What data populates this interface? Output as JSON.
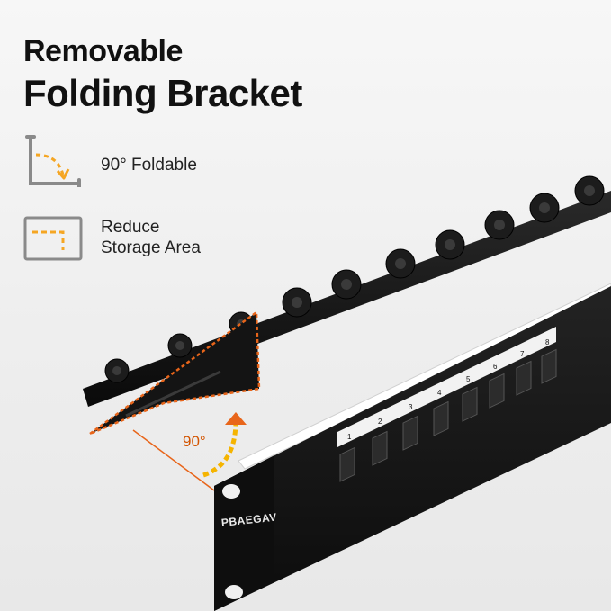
{
  "headline": {
    "line1": "Removable",
    "line2": "Folding Bracket"
  },
  "features": [
    {
      "icon": "fold-90-icon",
      "label_lines": [
        "90° Foldable"
      ]
    },
    {
      "icon": "reduce-area-icon",
      "label_lines": [
        "Reduce",
        "Storage Area"
      ]
    }
  ],
  "illustration": {
    "angle_label": "90°",
    "brand": "PBAEGAV",
    "port_numbers": [
      "1",
      "2",
      "3",
      "4",
      "5",
      "6",
      "7",
      "8"
    ]
  },
  "colors": {
    "accent_orange": "#f39c12",
    "accent_orange_dark": "#d35400",
    "panel_black": "#161616",
    "icon_gray": "#8a8a8a"
  }
}
